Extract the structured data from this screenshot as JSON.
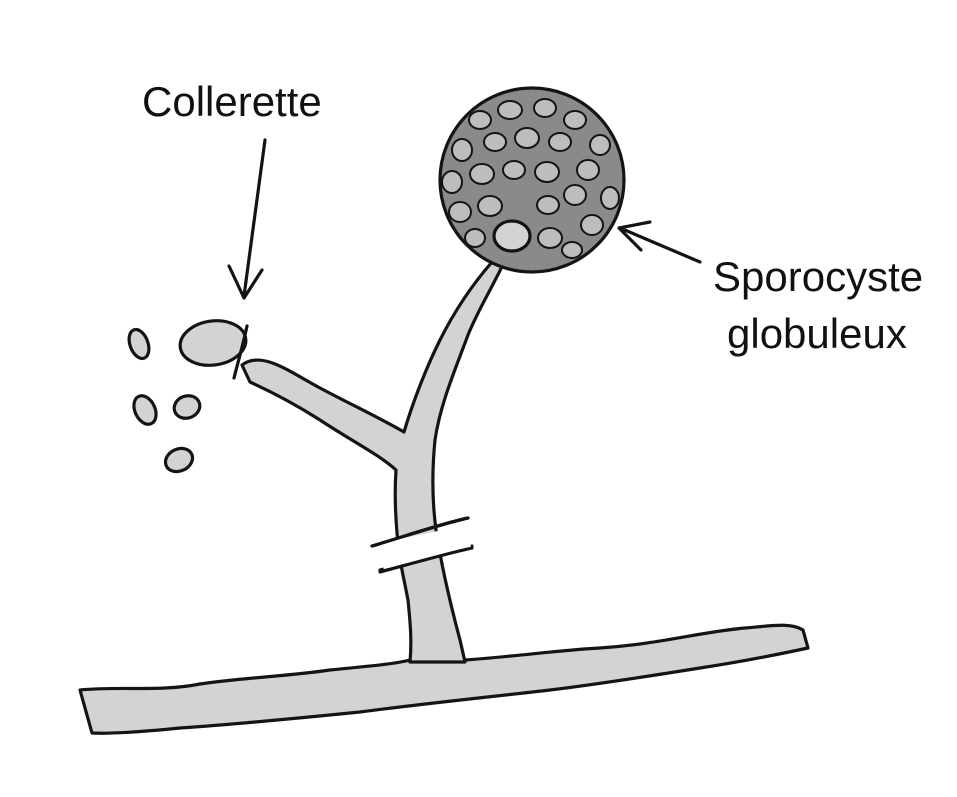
{
  "labels": {
    "collerette": "Collerette",
    "sporocyste_line1": "Sporocyste",
    "sporocyste_line2": "globuleux"
  },
  "colors": {
    "ink": "#141414",
    "hyphae_fill": "#d3d3d3",
    "sporocyst_fill": "#8a8a8a",
    "background": "#ffffff"
  }
}
